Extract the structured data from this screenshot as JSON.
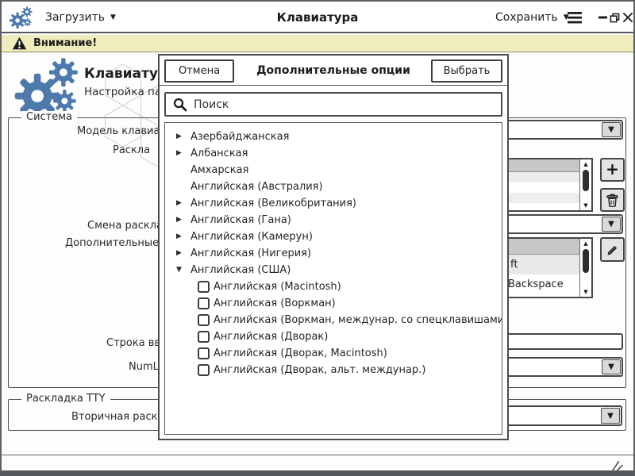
{
  "titlebar": {
    "load_label": "Загрузить",
    "app_title": "Клавиатура",
    "save_label": "Сохранить"
  },
  "warning_bar": {
    "text": "Внимание!"
  },
  "app_header": {
    "title": "Клавиатура",
    "subtitle": "Настройка па"
  },
  "system_group": {
    "legend": "Система",
    "labels": {
      "model": "Модель клавиату",
      "layout": "Раскла",
      "layout_switch": "Смена раскла",
      "extra_options": "Дополнительные оп",
      "input_line": "Строка вво",
      "numlock": "NumL"
    },
    "hotkey_list": {
      "visible_items": [
        "ft",
        "Backspace"
      ]
    }
  },
  "tty_group": {
    "legend": "Раскладка TTY",
    "labels": {
      "secondary": "Вторичная раскла"
    }
  },
  "dialog": {
    "cancel_label": "Отмена",
    "title": "Дополнительные опции",
    "select_label": "Выбрать",
    "search_placeholder": "Поиск",
    "tree": [
      {
        "label": "Азербайджанская",
        "arrow": "collapsed"
      },
      {
        "label": "Албанская",
        "arrow": "collapsed"
      },
      {
        "label": "Амхарская",
        "arrow": "none"
      },
      {
        "label": "Английская (Австралия)",
        "arrow": "none"
      },
      {
        "label": "Английская (Великобритания)",
        "arrow": "collapsed"
      },
      {
        "label": "Английская (Гана)",
        "arrow": "collapsed"
      },
      {
        "label": "Английская (Камерун)",
        "arrow": "collapsed"
      },
      {
        "label": "Английская (Нигерия)",
        "arrow": "collapsed"
      },
      {
        "label": "Английская (США)",
        "arrow": "expanded"
      },
      {
        "label": "Английская (Macintosh)",
        "checkbox": true,
        "checked": false
      },
      {
        "label": "Английская (Воркман)",
        "checkbox": true,
        "checked": false
      },
      {
        "label": "Английская (Воркман, междунар. со спецклавишами)",
        "checkbox": true,
        "checked": false
      },
      {
        "label": "Английская (Дворак)",
        "checkbox": true,
        "checked": false
      },
      {
        "label": "Английская (Дворак, Macintosh)",
        "checkbox": true,
        "checked": false
      },
      {
        "label": "Английская (Дворак, альт. междунар.)",
        "checkbox": true,
        "checked": false
      }
    ]
  },
  "icons": {
    "caret_down": "▼",
    "tree_collapsed": "▶",
    "tree_expanded": "▼",
    "plus": "+",
    "scroll_up": "▲",
    "scroll_down": "▼"
  },
  "colors": {
    "accent_blue": "#4b79ae",
    "warning_bg": "#efedbb",
    "frame_gray": "#55585c",
    "list_header_gray": "#c7c7c7"
  }
}
